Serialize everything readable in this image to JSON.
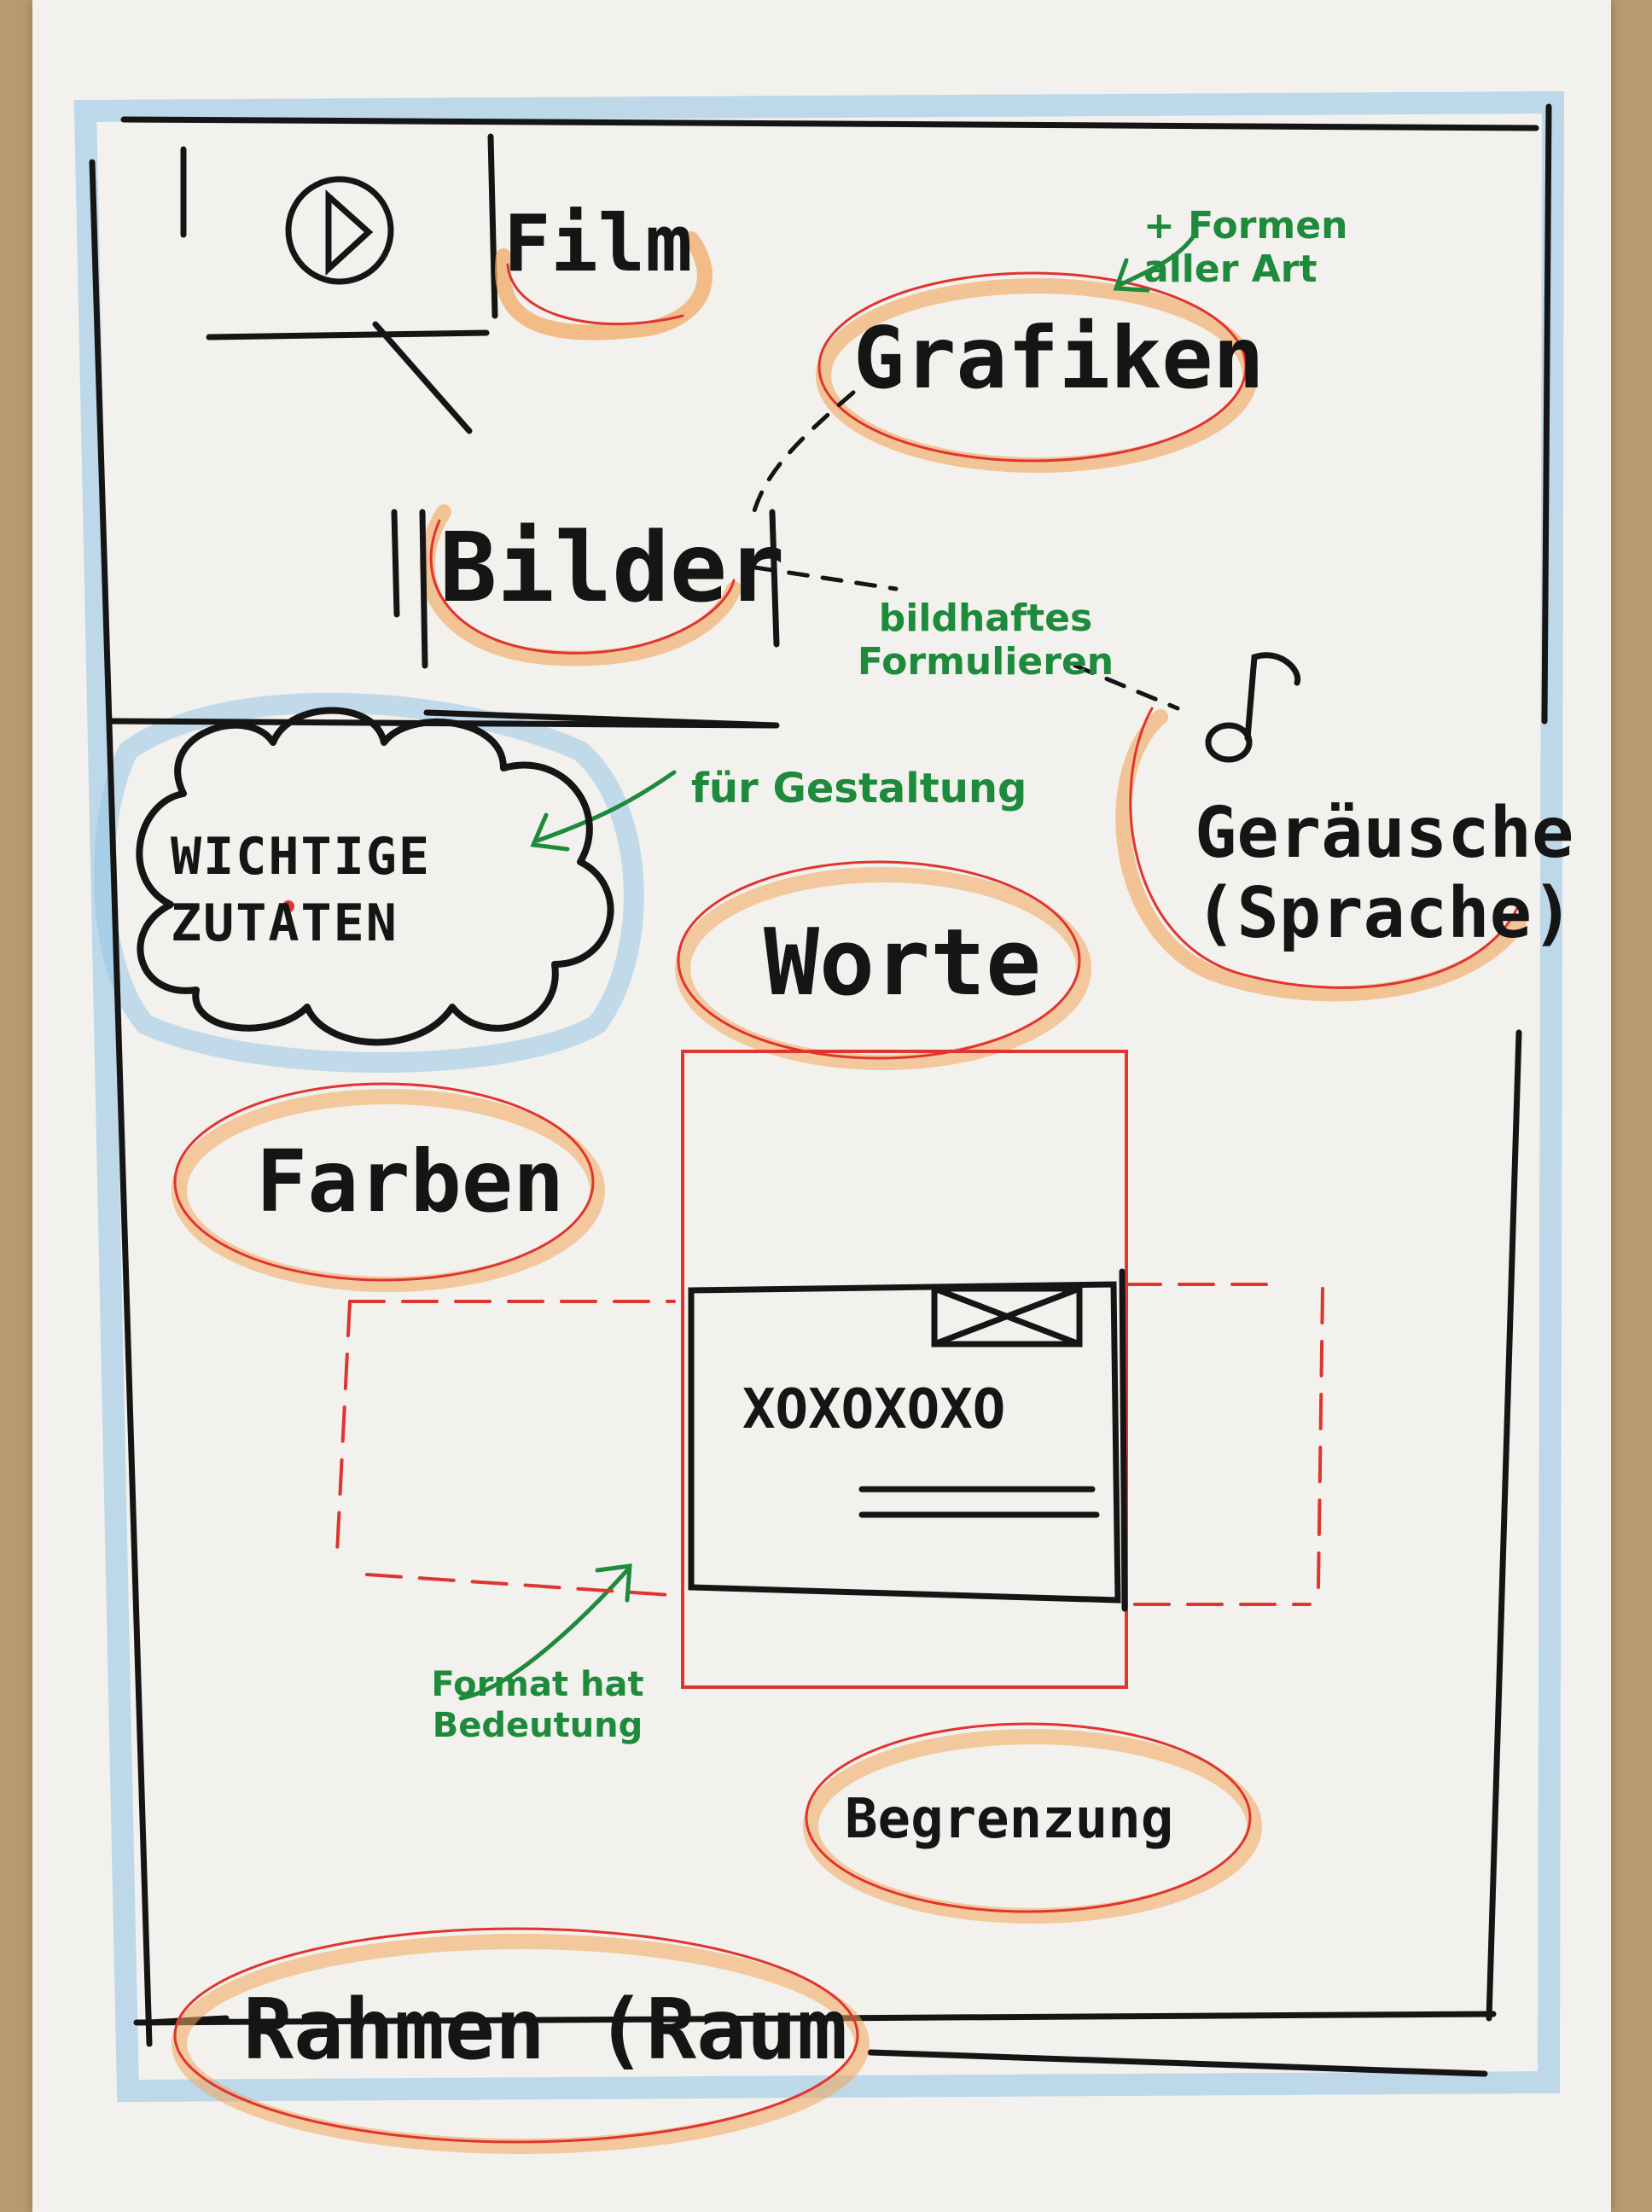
{
  "labels": {
    "film": "Film",
    "grafiken": "Grafiken",
    "formen": "+ Formen aller Art",
    "bilder": "Bilder",
    "bildhaftes": "bildhaftes Formulieren",
    "geraeusche": "Geräusche (Sprache)",
    "gestaltung": "für Gestaltung",
    "wichtige": "WICHTIGE ZUTATEN",
    "worte": "Worte",
    "farben": "Farben",
    "xoxo": "XOXOXOXO",
    "format": "Format hat Bedeutung",
    "begrenzung": "Begrenzung",
    "rahmen": "Rahmen (Raum"
  },
  "colors": {
    "black_marker": "#151515",
    "green_marker": "#1d8a3c",
    "red_marker": "#e0342f",
    "orange_chalk": "#f0a55a",
    "blue_chalk": "#8fc3e6",
    "paper": "#f3f1ed",
    "board": "#b89a6e"
  },
  "icons": [
    "play-icon",
    "music-note-icon",
    "cloud-shape",
    "image-placeholder-icon"
  ]
}
